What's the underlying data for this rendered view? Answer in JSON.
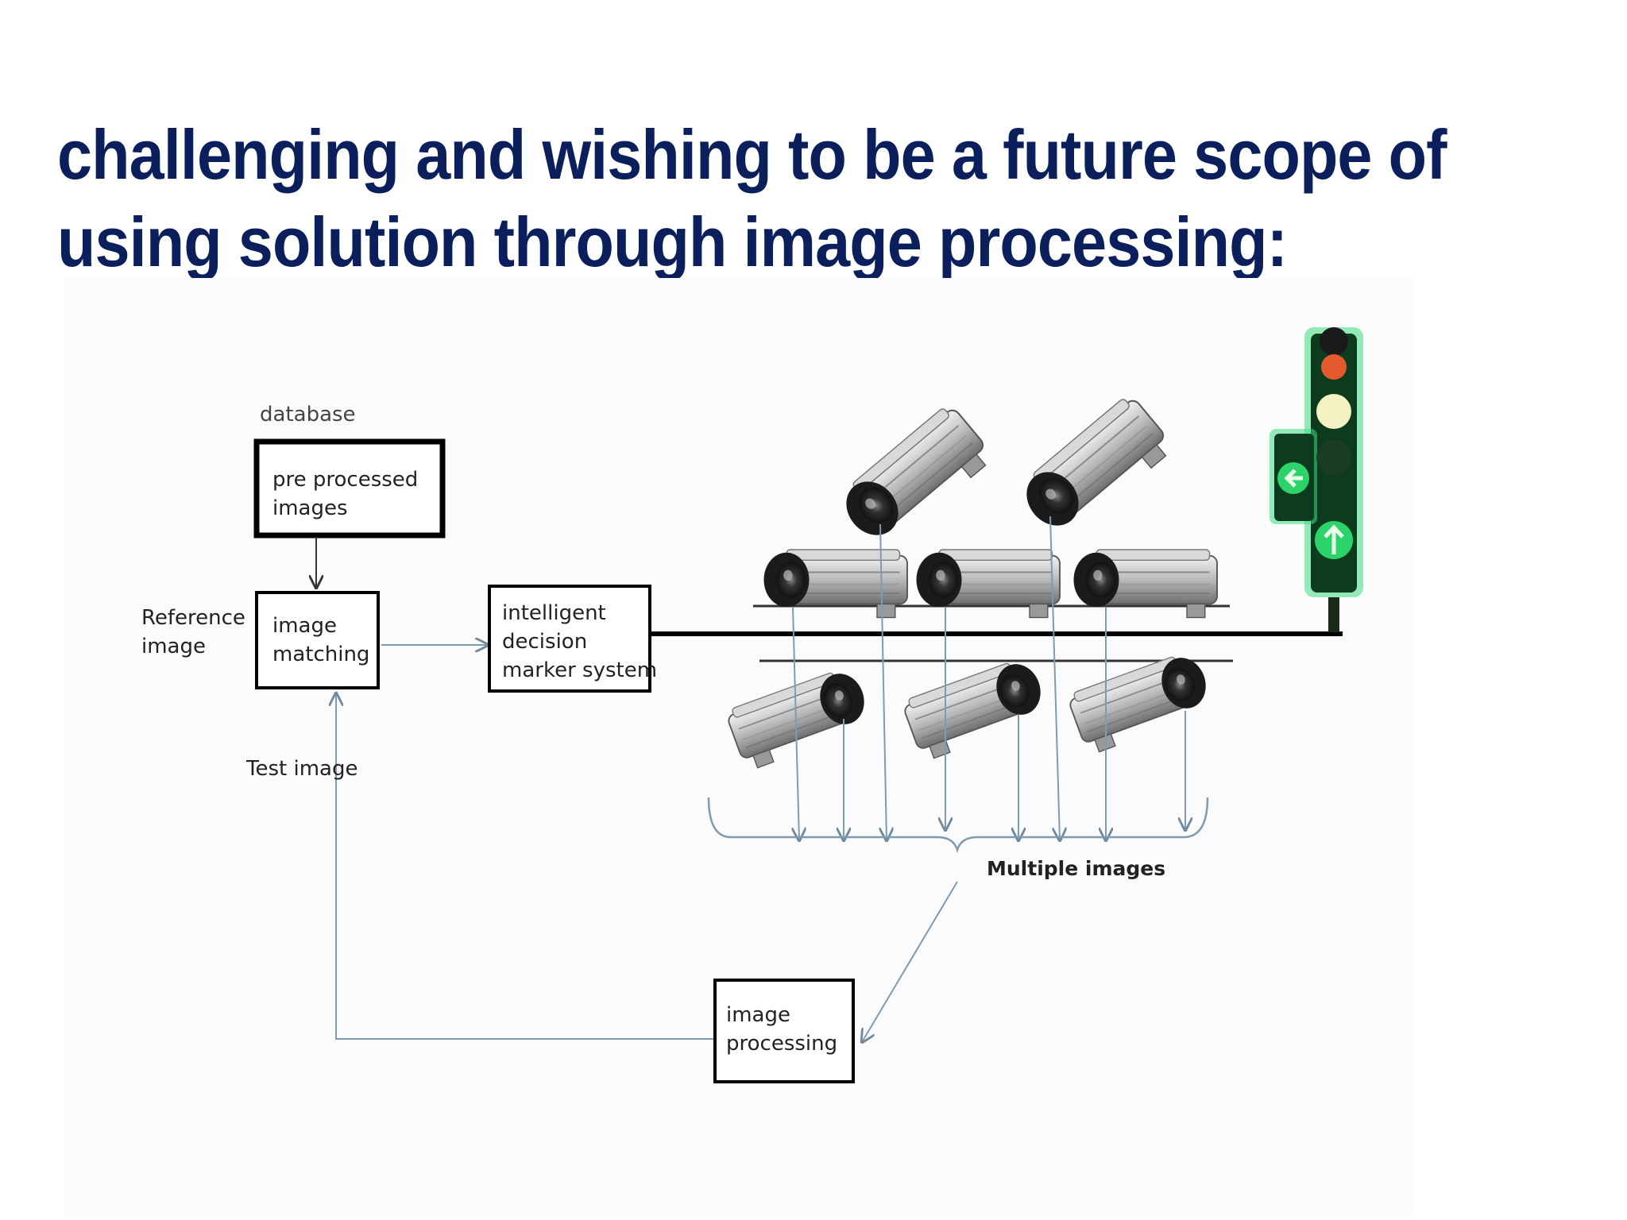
{
  "slide": {
    "title_lines": [
      "challenging and wishing to be a future scope of",
      "using solution through image processing:"
    ]
  },
  "diagram": {
    "database_label": "database",
    "preprocessed_box": [
      "pre processed",
      "images"
    ],
    "reference_label": [
      "Reference",
      "image"
    ],
    "matching_box": [
      "image",
      "matching"
    ],
    "decision_box": [
      "intelligent",
      "decision",
      "marker system"
    ],
    "test_image_label": "Test image",
    "multiple_images_label": "Multiple images",
    "processing_box": [
      "image",
      "processing"
    ],
    "icons": [
      "cctv-camera-icon",
      "traffic-light-icon"
    ],
    "colors": {
      "title": "#0b1f5c",
      "traffic_light_body": "#0d3b1e",
      "traffic_light_glow": "#3ddc84",
      "arrow": "#7f9bb0"
    }
  }
}
